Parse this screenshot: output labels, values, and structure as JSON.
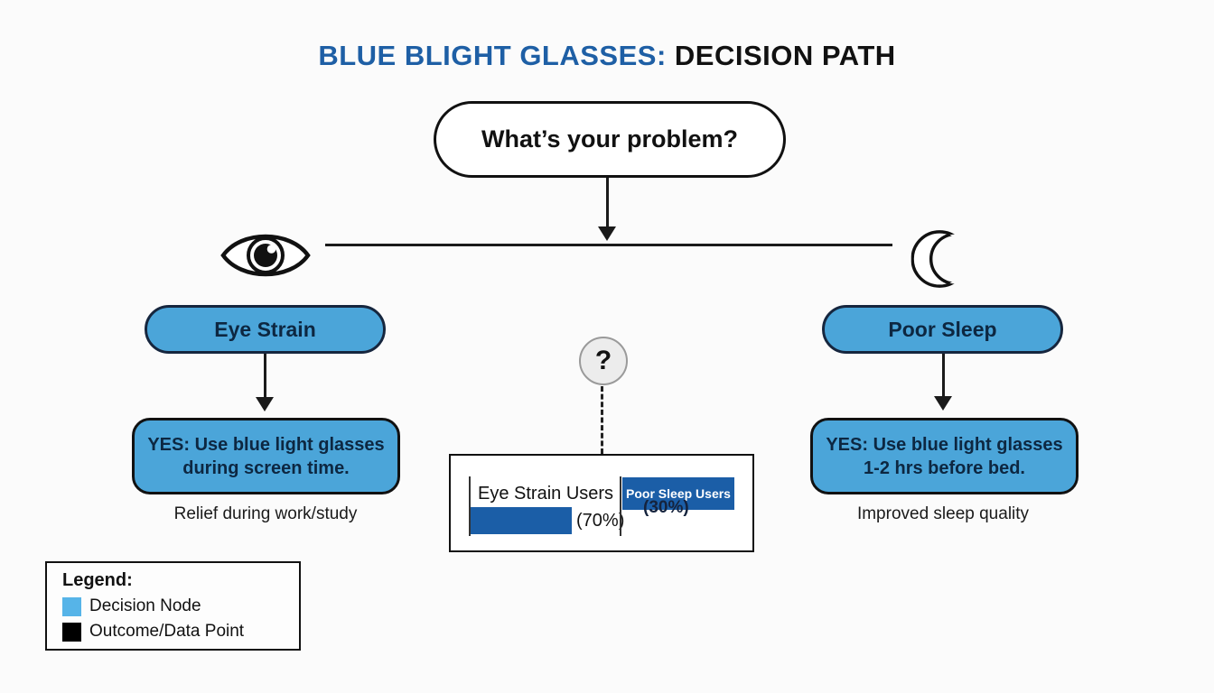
{
  "title": {
    "highlight": "BLUE BLIGHT GLASSES:",
    "rest": " DECISION PATH",
    "highlight_color": "#1e5fa5",
    "rest_color": "#111111"
  },
  "root": {
    "question": "What’s your problem?"
  },
  "branches": [
    {
      "icon": "eye-icon",
      "label": "Eye Strain",
      "outcome": {
        "line1": "YES: Use blue light glasses",
        "line2": "during screen time."
      },
      "benefit": "Relief during work/study"
    },
    {
      "icon": "moon-icon",
      "label": "Poor Sleep",
      "outcome": {
        "line1": "YES: Use blue light glasses",
        "line2": "1-2 hrs before bed."
      },
      "benefit": "Improved sleep quality"
    }
  ],
  "connector": {
    "question_mark": "?"
  },
  "chart_data": {
    "type": "bar",
    "orientation": "horizontal",
    "categories": [
      "Eye Strain Users",
      "Poor Sleep Users"
    ],
    "values": [
      70,
      30
    ],
    "value_labels": [
      "(70%)",
      "(30%)"
    ],
    "bar_color": "#1b5ea7",
    "title": "",
    "xlabel": "",
    "ylabel": "",
    "xlim": [
      0,
      100
    ],
    "grid": false,
    "legend_position": "none"
  },
  "legend": {
    "title": "Legend:",
    "items": [
      {
        "label": "Decision Node",
        "swatch_color": "#56b4e8"
      },
      {
        "label": "Outcome/Data Point",
        "swatch_color": "#000000"
      }
    ]
  },
  "colors": {
    "background": "#fbfbfb",
    "decision_node_fill": "#4ba5d9",
    "decision_node_border": "#16263e",
    "outcome_border": "#111111",
    "node_text": "#0d2741",
    "line_color": "#1a1a1a",
    "question_circle_fill": "#ececec",
    "question_circle_border": "#9a9a9a"
  }
}
